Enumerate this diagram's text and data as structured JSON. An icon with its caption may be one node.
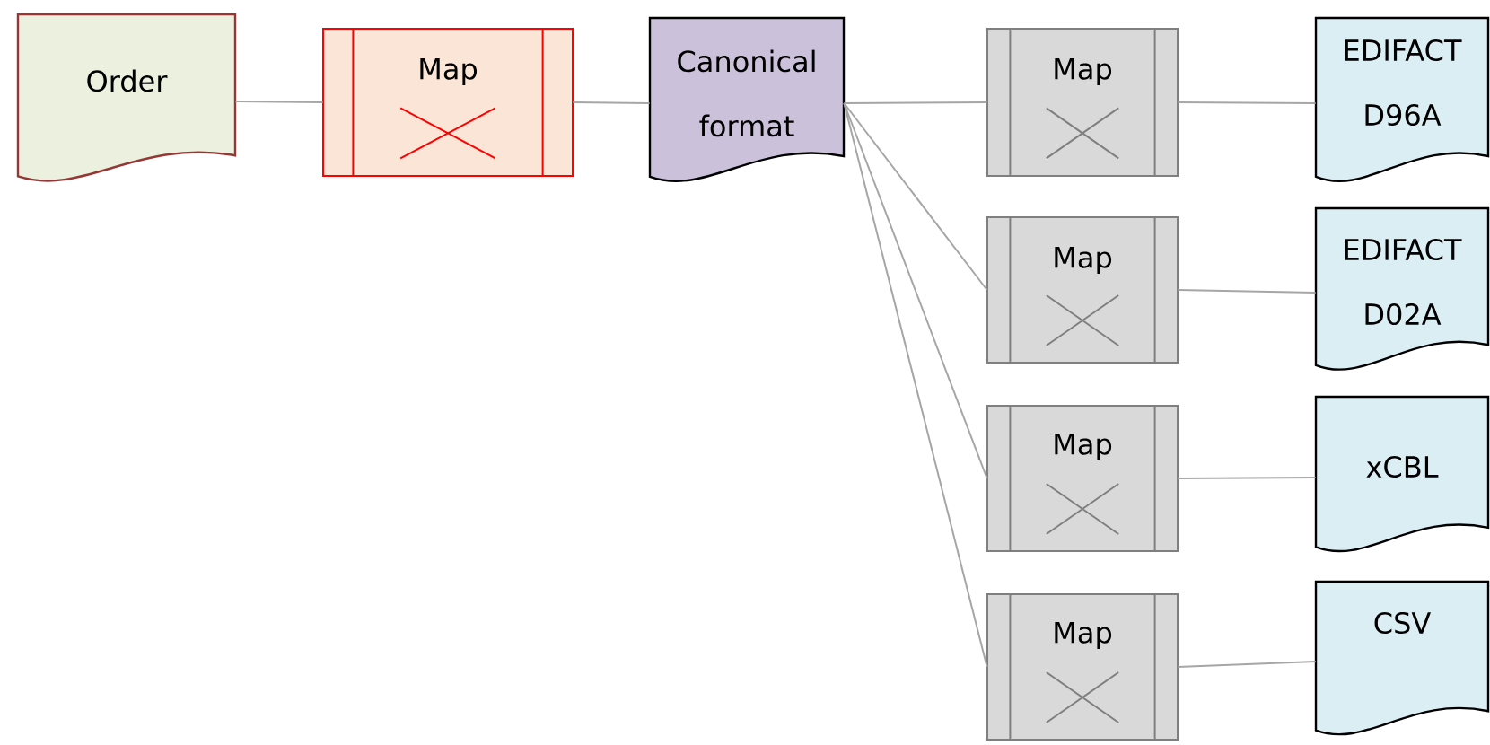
{
  "diagram": {
    "nodes": [
      {
        "text": [
          "Order"
        ]
      },
      {
        "text": [
          "Map"
        ]
      },
      {
        "text": [
          "Canonical format"
        ]
      },
      {
        "text": [
          "Map"
        ]
      },
      {
        "text": [
          "EDIFACT D96A"
        ]
      },
      {
        "text": [
          "Map"
        ]
      },
      {
        "text": [
          "EDIFACT D02A"
        ]
      },
      {
        "text": [
          "Map"
        ]
      },
      {
        "text": [
          "xCBL"
        ]
      },
      {
        "text": [
          "Map"
        ]
      },
      {
        "text": [
          "CSV"
        ]
      }
    ],
    "edges": [
      {
        "from": 0,
        "to": 1,
        "arrow": "none"
      },
      {
        "from": 1,
        "to": 2,
        "arrow": "none"
      },
      {
        "from": 2,
        "to": 3,
        "arrow": "none"
      },
      {
        "from": 3,
        "to": 4,
        "arrow": "none"
      },
      {
        "from": 2,
        "to": 5,
        "arrow": "none"
      },
      {
        "from": 5,
        "to": 6,
        "arrow": "none"
      },
      {
        "from": 2,
        "to": 7,
        "arrow": "none"
      },
      {
        "from": 7,
        "to": 8,
        "arrow": "none"
      },
      {
        "from": 2,
        "to": 9,
        "arrow": "none"
      },
      {
        "from": 9,
        "to": 10,
        "arrow": "none"
      }
    ]
  }
}
